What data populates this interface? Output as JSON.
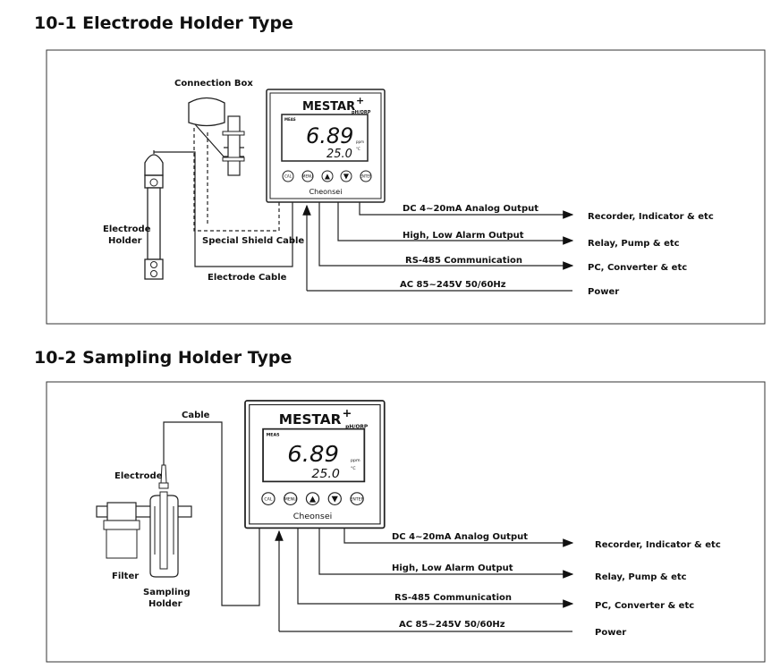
{
  "sections": [
    {
      "title": "10-1 Electrode Holder Type",
      "labels": {
        "connection_box": "Connection Box",
        "electrode_holder_1": "Electrode",
        "electrode_holder_2": "Holder",
        "special_shield_cable": "Special Shield Cable",
        "electrode_cable": "Electrode Cable"
      },
      "outputs": [
        {
          "signal": "DC 4~20mA Analog Output",
          "target": "Recorder, Indicator & etc"
        },
        {
          "signal": "High, Low Alarm Output",
          "target": "Relay, Pump & etc"
        },
        {
          "signal": "RS-485 Communication",
          "target": "PC, Converter & etc"
        },
        {
          "signal": "AC 85~245V 50/60Hz",
          "target": "Power"
        }
      ]
    },
    {
      "title": "10-2 Sampling Holder Type",
      "labels": {
        "cable": "Cable",
        "electrode": "Electrode",
        "filter": "Filter",
        "sampling_holder_1": "Sampling",
        "sampling_holder_2": "Holder"
      },
      "outputs": [
        {
          "signal": "DC 4~20mA Analog Output",
          "target": "Recorder, Indicator & etc"
        },
        {
          "signal": "High, Low Alarm Output",
          "target": "Relay, Pump & etc"
        },
        {
          "signal": "RS-485 Communication",
          "target": "PC, Converter & etc"
        },
        {
          "signal": "AC 85~245V 50/60Hz",
          "target": "Power"
        }
      ]
    }
  ],
  "device": {
    "brand": "MESTAR",
    "brand_plus": "+",
    "model": "pH/ORP",
    "meas_label": "MEAS",
    "main_value": "6.89",
    "main_unit": "ppm",
    "temp_value": "25.0",
    "temp_unit": "°C",
    "buttons": [
      "CAL",
      "MENU",
      "▲",
      "▼",
      "ENTER"
    ],
    "maker": "Cheonsei"
  }
}
